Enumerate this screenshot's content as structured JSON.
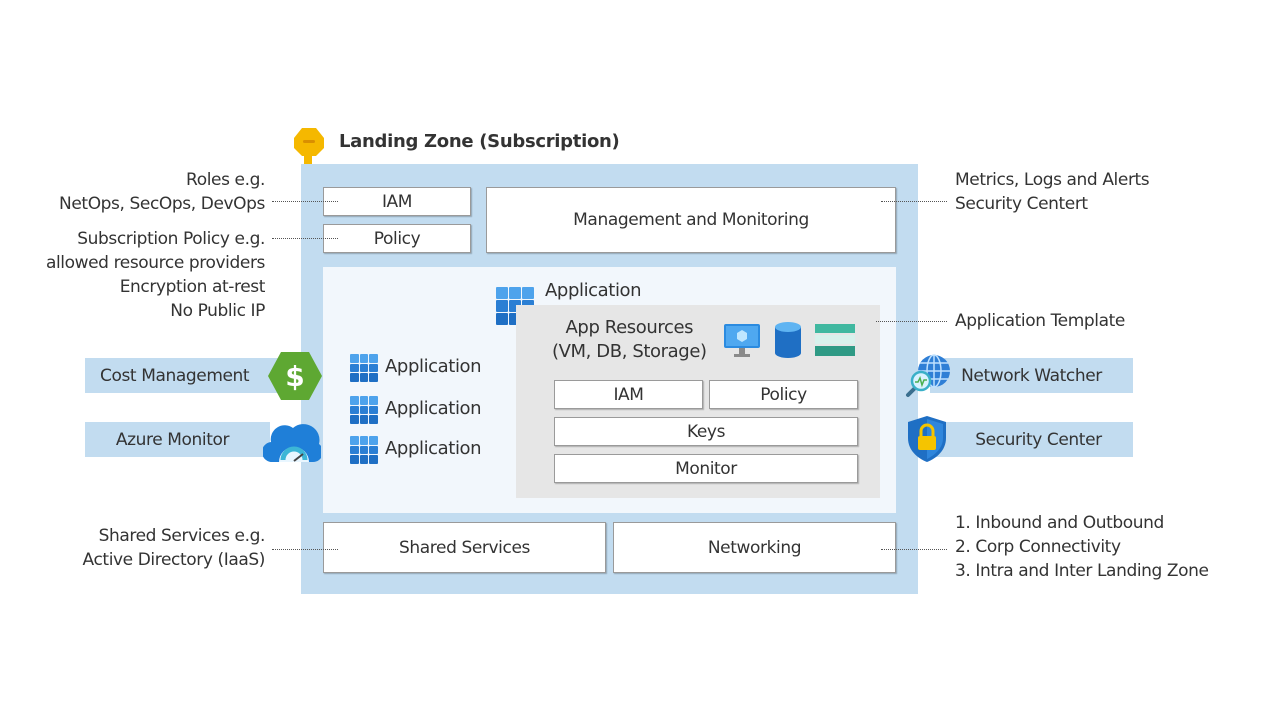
{
  "title": "Landing Zone (Subscription)",
  "left_annotations": {
    "roles": [
      "Roles e.g.",
      "NetOps, SecOps, DevOps"
    ],
    "policy": [
      "Subscription Policy e.g.",
      "allowed resource providers",
      "Encryption at-rest",
      "No Public IP"
    ],
    "shared": [
      "Shared Services e.g.",
      "Active Directory (IaaS)"
    ]
  },
  "right_annotations": {
    "monitoring": [
      "Metrics, Logs and Alerts",
      "Security Centert"
    ],
    "template": "Application Template",
    "networking": [
      "1. Inbound and Outbound",
      "2. Corp Connectivity",
      "3. Intra and Inter Landing Zone"
    ]
  },
  "left_services": [
    {
      "label": "Cost Management",
      "icon": "cost-management-icon"
    },
    {
      "label": "Azure Monitor",
      "icon": "azure-monitor-icon"
    }
  ],
  "right_services": [
    {
      "label": "Network Watcher",
      "icon": "network-watcher-icon"
    },
    {
      "label": "Security Center",
      "icon": "security-center-icon"
    }
  ],
  "zone": {
    "iam": "IAM",
    "policy": "Policy",
    "management": "Management and Monitoring",
    "applications": [
      "Application",
      "Application",
      "Application"
    ],
    "main_application": "Application",
    "app_resources": [
      "App Resources",
      "(VM, DB, Storage)"
    ],
    "app_iam": "IAM",
    "app_policy": "Policy",
    "keys": "Keys",
    "monitor": "Monitor",
    "shared_services": "Shared Services",
    "networking": "Networking"
  },
  "colors": {
    "zone_fill": "#c2dcf0",
    "inner_fill": "#f2f7fc",
    "resources_fill": "#e6e6e6",
    "key_gold": "#f5b800",
    "cost_green": "#5ea832",
    "azure_blue": "#1f6fc4"
  }
}
